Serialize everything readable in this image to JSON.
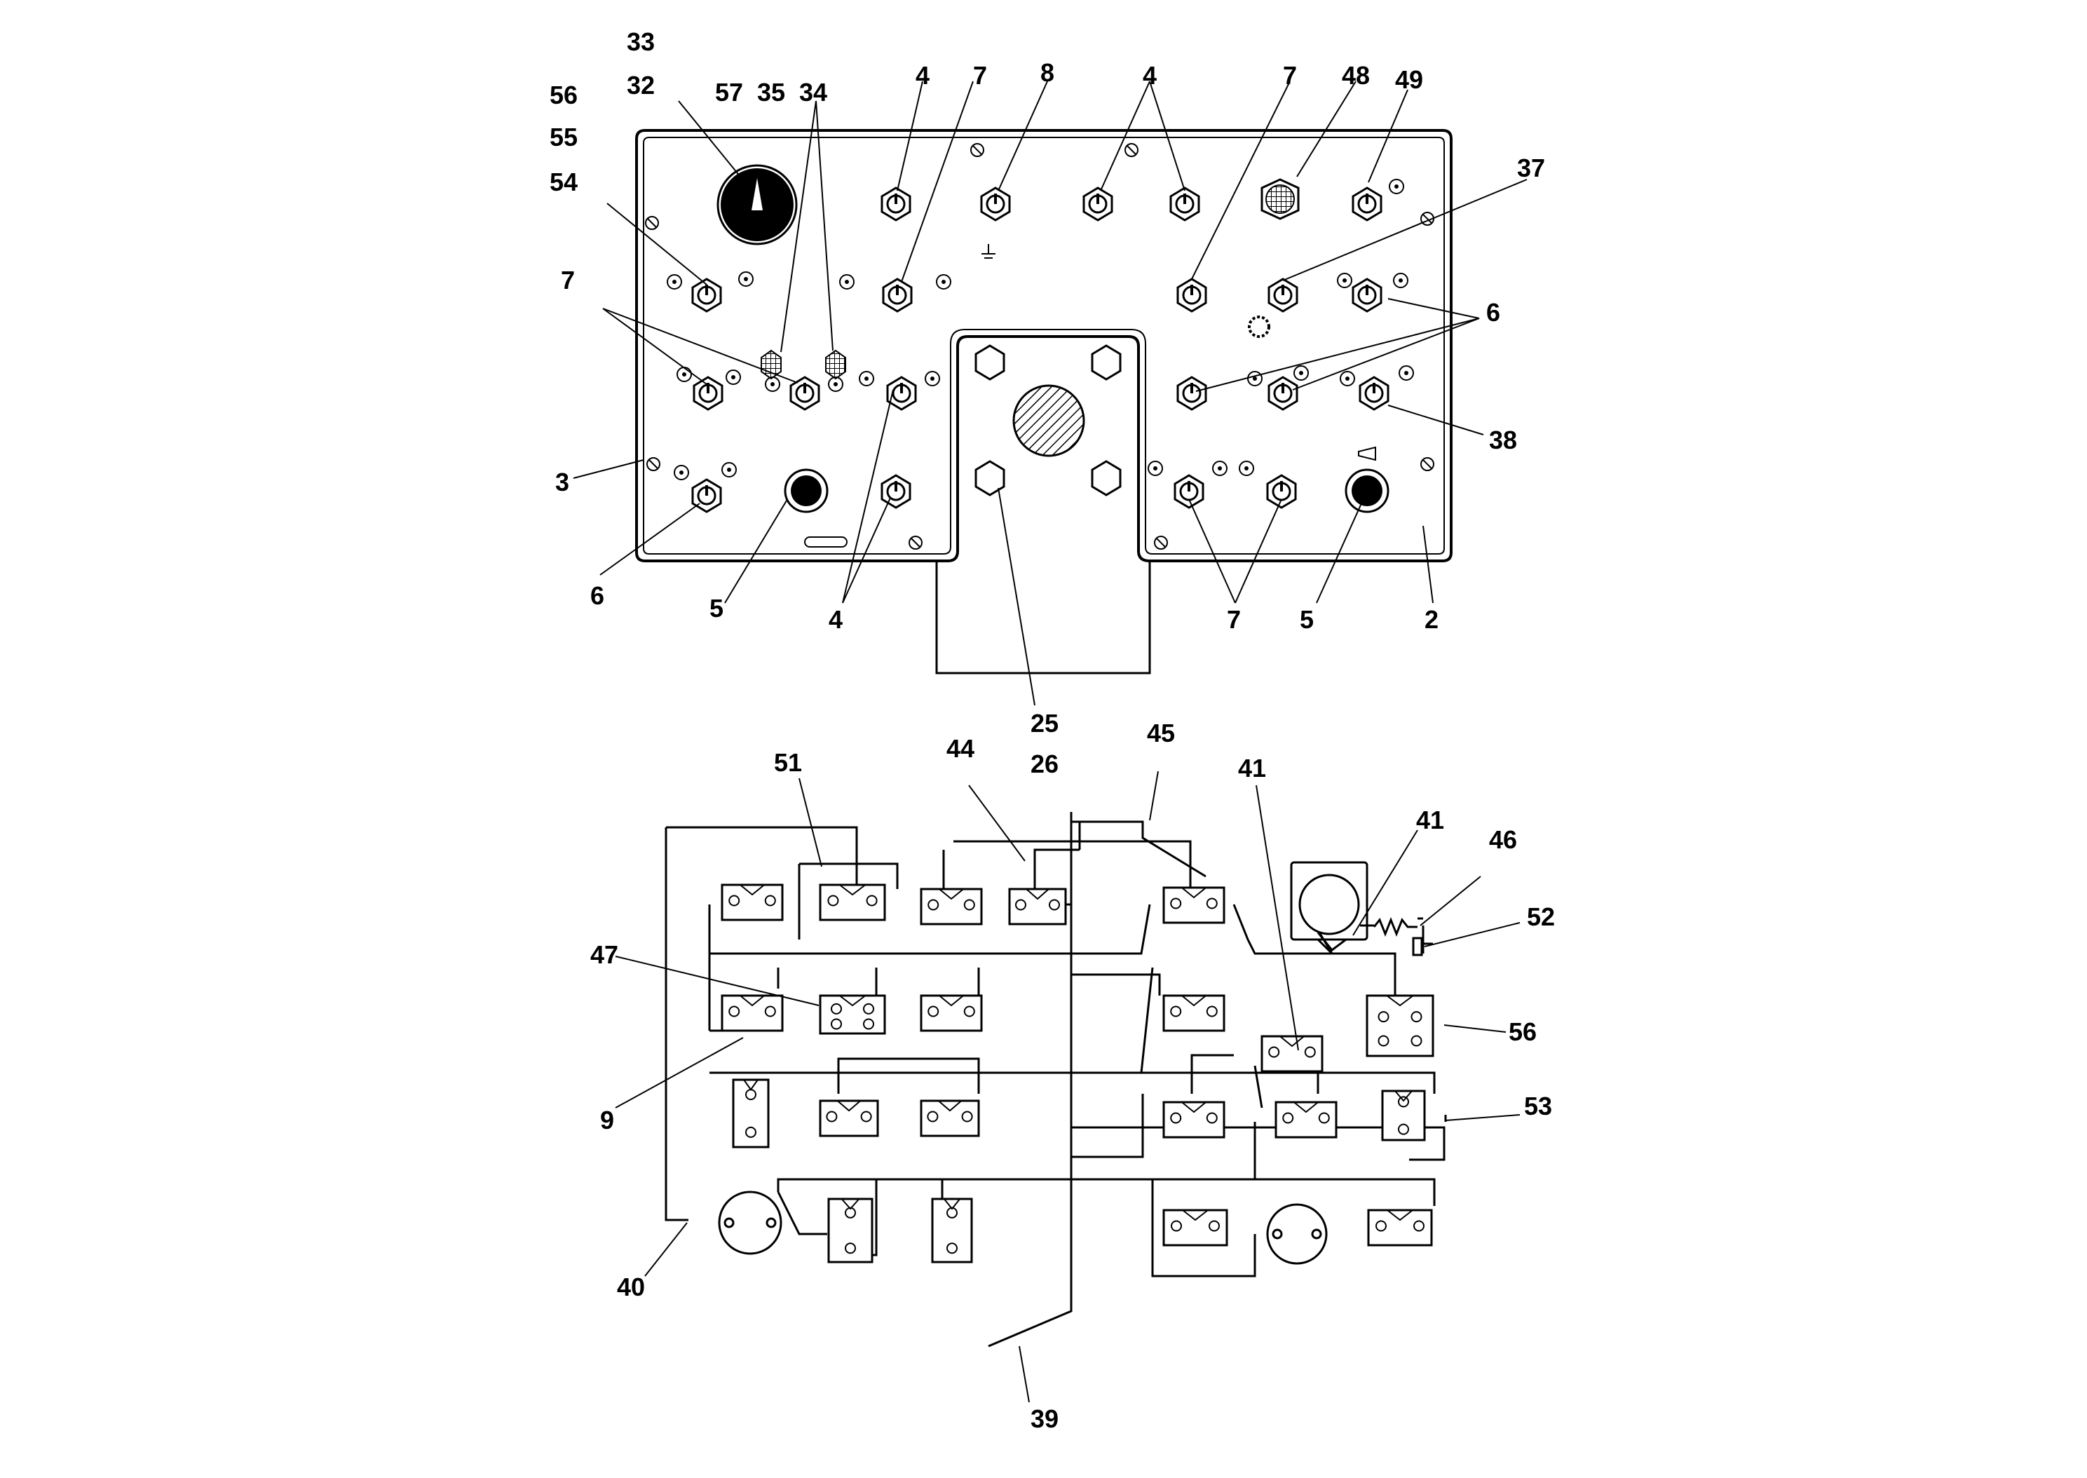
{
  "callouts": {
    "c33": "33",
    "c32": "32",
    "c57": "57",
    "c35": "35",
    "c34": "34",
    "c56a": "56",
    "c55": "55",
    "c54": "54",
    "c4a": "4",
    "c7a": "7",
    "c8": "8",
    "c4b": "4",
    "c7b": "7",
    "c48": "48",
    "c49": "49",
    "c37": "37",
    "c6a": "6",
    "c38": "38",
    "c7c": "7",
    "c3": "3",
    "c6b": "6",
    "c5a": "5",
    "c4c": "4",
    "c7d": "7",
    "c5b": "5",
    "c2": "2",
    "c25": "25",
    "c26": "26",
    "c51": "51",
    "c44": "44",
    "c45": "45",
    "c41a": "41",
    "c41b": "41",
    "c46": "46",
    "c52": "52",
    "c47": "47",
    "c56b": "56",
    "c9": "9",
    "c53": "53",
    "c40": "40",
    "c39": "39"
  }
}
